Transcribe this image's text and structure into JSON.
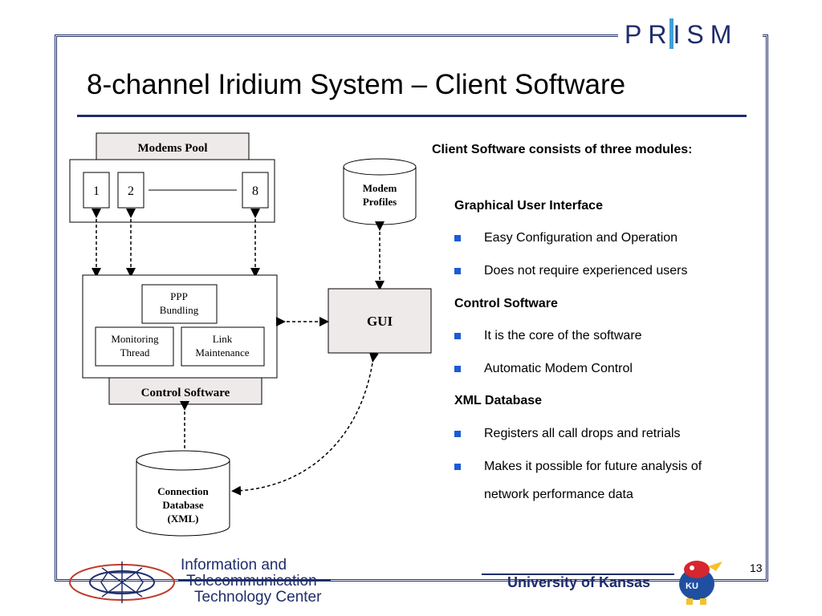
{
  "slide": {
    "title": "8-channel Iridium System – Client Software",
    "page_number": "13",
    "logo_text": "PRISM"
  },
  "content": {
    "intro": "Client Software consists of three modules:",
    "sections": [
      {
        "heading": "Graphical User Interface",
        "bullets": [
          "Easy Configuration and Operation",
          "Does not require experienced users"
        ]
      },
      {
        "heading": "Control Software",
        "bullets": [
          "It is the core of the software",
          "Automatic Modem Control"
        ]
      },
      {
        "heading": "XML Database",
        "bullets": [
          "Registers all call drops and retrials",
          "Makes it possible for future analysis of",
          "network performance data"
        ]
      }
    ]
  },
  "diagram": {
    "modems_pool": "Modems Pool",
    "modem_1": "1",
    "modem_2": "2",
    "modem_8": "8",
    "modem_profiles_1": "Modem",
    "modem_profiles_2": "Profiles",
    "ppp_1": "PPP",
    "ppp_2": "Bundling",
    "monitor_1": "Monitoring",
    "monitor_2": "Thread",
    "link_1": "Link",
    "link_2": "Maintenance",
    "gui": "GUI",
    "control_software": "Control Software",
    "conn_1": "Connection",
    "conn_2": "Database",
    "conn_3": "(XML)"
  },
  "footer": {
    "ittc_1": "Information and",
    "ittc_2": "Telecommunication",
    "ittc_3": "Technology Center",
    "university": "University of Kansas",
    "ku_badge": "KU"
  },
  "colors": {
    "frame": "#1f2d6b",
    "bullet": "#1b5bd6",
    "box_fill": "#efeaea",
    "footer_text": "#1f2d6b"
  }
}
